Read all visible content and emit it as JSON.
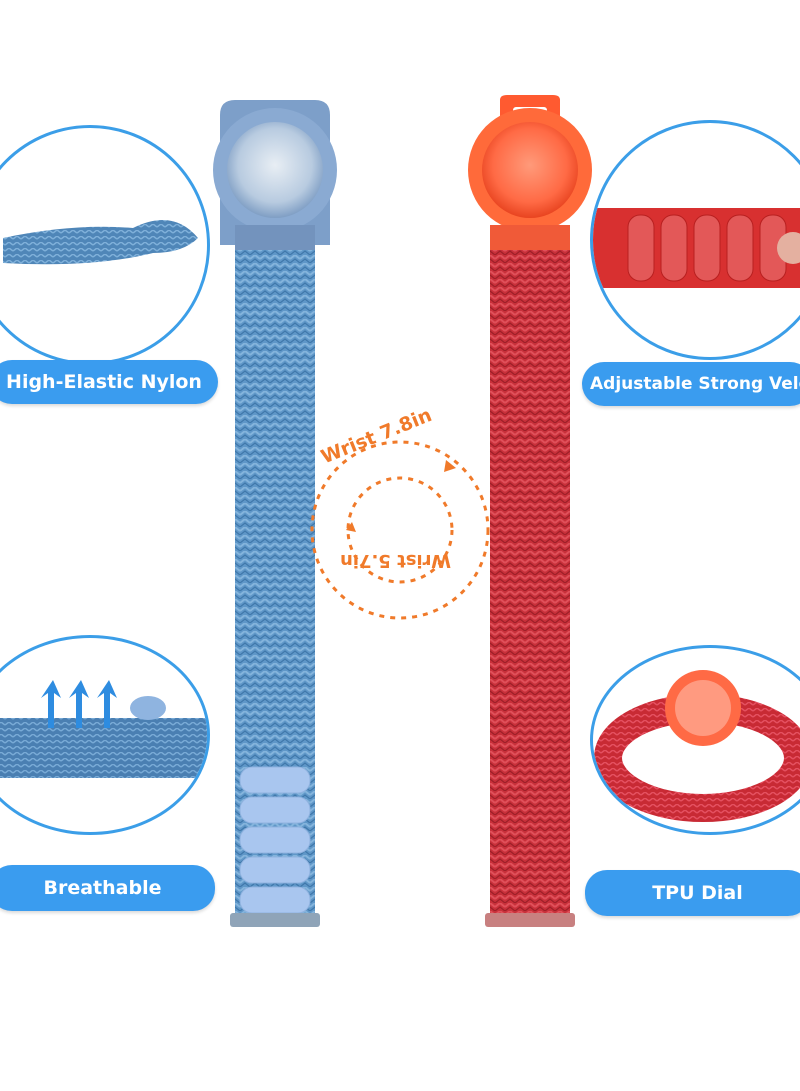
{
  "features": {
    "top_left": "High-Elastic Nylon",
    "top_right": "Adjustable Strong Velcro",
    "bottom_left": "Breathable",
    "bottom_right": "TPU Dial"
  },
  "sizes": {
    "max": "Wrist 7.8in",
    "min": "Wrist 5.7in"
  },
  "colors": {
    "accent_blue": "#3a9cef",
    "size_orange": "#f07a2a",
    "strap_blue": "#5f97c8",
    "strap_red": "#c8303a"
  }
}
